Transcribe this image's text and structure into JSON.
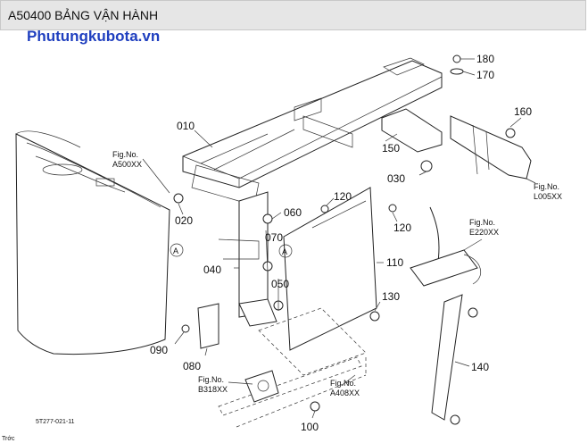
{
  "header": {
    "title": "A50400 BẢNG VẬN HÀNH"
  },
  "watermark": {
    "text": "Phutungkubota.vn"
  },
  "diagram_code": "5T277-021-11",
  "corner_mark": "Trớc",
  "callouts": {
    "p010": "010",
    "p020": "020",
    "p030": "030",
    "p040": "040",
    "p050": "050",
    "p060": "060",
    "p070": "070",
    "p080": "080",
    "p090": "090",
    "p100": "100",
    "p110": "110",
    "p120a": "120",
    "p120b": "120",
    "p130": "130",
    "p140": "140",
    "p150": "150",
    "p160": "160",
    "p170": "170",
    "p180": "180",
    "markA1": "A",
    "markA2": "A"
  },
  "figrefs": {
    "a500": {
      "label": "Fig.No.",
      "code": "A500XX"
    },
    "l005": {
      "label": "Fig.No.",
      "code": "L005XX"
    },
    "e220": {
      "label": "Fig.No.",
      "code": "E220XX"
    },
    "b318": {
      "label": "Fig.No.",
      "code": "B318XX"
    },
    "a408": {
      "label": "Fig.No.",
      "code": "A408XX"
    }
  }
}
